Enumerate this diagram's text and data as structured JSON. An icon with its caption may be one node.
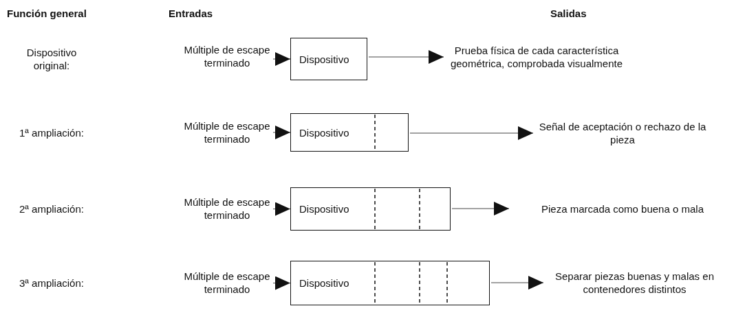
{
  "diagram": {
    "nodes": [
      {
        "text": [
          "Múltiple de escape terminado"
        ]
      },
      {
        "text": [
          "Dispositivo"
        ]
      },
      {
        "text": [
          "Prueba física de cada característica geométrica, comprobada visualmente"
        ]
      },
      {
        "text": [
          "Múltiple de escape terminado"
        ]
      },
      {
        "text": [
          "Dispositivo"
        ]
      },
      {
        "text": [
          "Señal de aceptación o rechazo de la pieza"
        ]
      },
      {
        "text": [
          "Múltiple de escape terminado"
        ]
      },
      {
        "text": [
          "Dispositivo"
        ]
      },
      {
        "text": [
          "Pieza marcada como buena o mala"
        ]
      },
      {
        "text": [
          "Múltiple de escape terminado"
        ]
      },
      {
        "text": [
          "Dispositivo"
        ]
      },
      {
        "text": [
          "Separar piezas buenas y malas en contenedores distintos"
        ]
      }
    ],
    "edges": [
      {
        "from": 0,
        "to": 1,
        "arrow": "to"
      },
      {
        "from": 1,
        "to": 2,
        "arrow": "to"
      },
      {
        "from": 3,
        "to": 4,
        "arrow": "to"
      },
      {
        "from": 4,
        "to": 5,
        "arrow": "to"
      },
      {
        "from": 6,
        "to": 7,
        "arrow": "to"
      },
      {
        "from": 7,
        "to": 8,
        "arrow": "to"
      },
      {
        "from": 9,
        "to": 10,
        "arrow": "to"
      },
      {
        "from": 10,
        "to": 11,
        "arrow": "to"
      }
    ],
    "labels": [
      "Función general",
      "Entradas",
      "Salidas",
      "Dispositivo original:",
      "1ª ampliación:",
      "2ª ampliación:",
      "3ª ampliación:"
    ]
  }
}
